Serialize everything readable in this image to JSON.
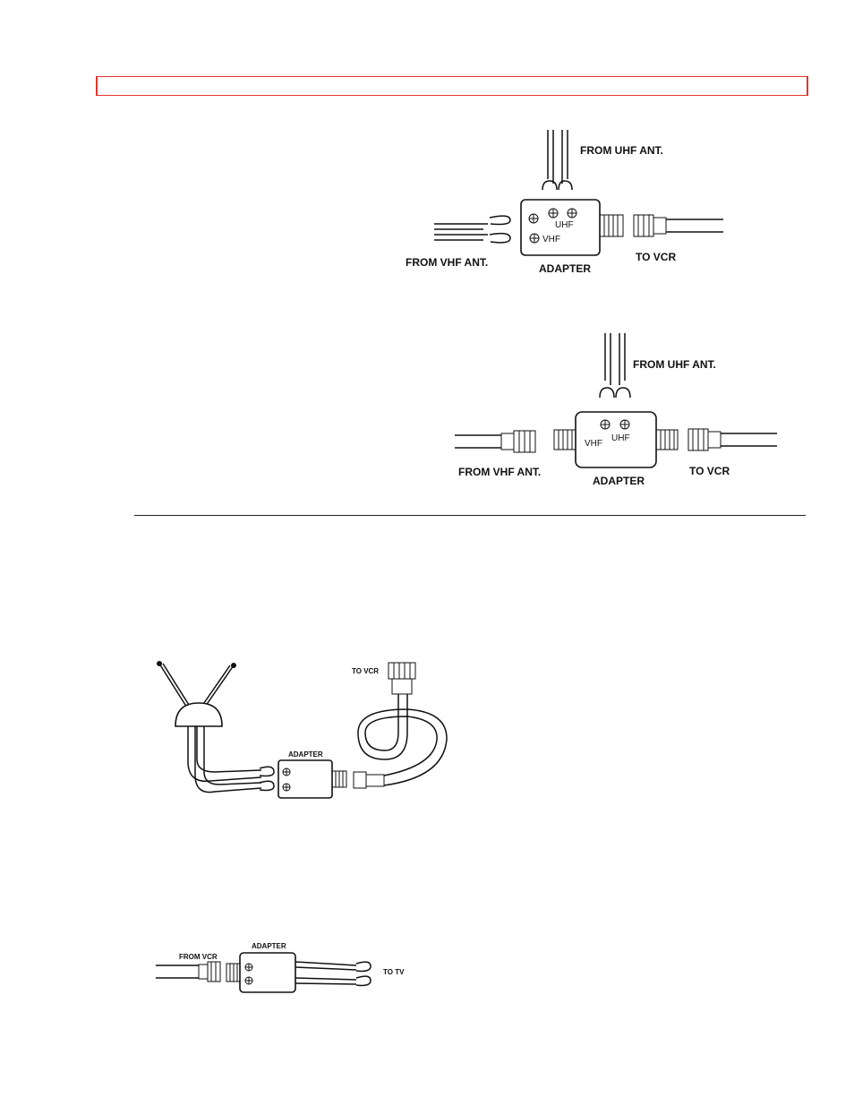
{
  "diagrams": {
    "flat_twin_lead": {
      "labels": {
        "from_uhf": "FROM UHF ANT.",
        "from_vhf": "FROM VHF ANT.",
        "adapter": "ADAPTER",
        "to_vcr": "TO VCR",
        "uhf": "UHF",
        "vhf": "VHF"
      }
    },
    "coaxial": {
      "labels": {
        "from_uhf": "FROM UHF ANT.",
        "from_vhf": "FROM VHF ANT.",
        "adapter": "ADAPTER",
        "to_vcr": "TO VCR",
        "vhf": "VHF",
        "uhf": "UHF"
      }
    },
    "rabbit_ears": {
      "labels": {
        "to_vcr": "TO VCR",
        "adapter": "ADAPTER"
      }
    },
    "vcr_to_tv": {
      "labels": {
        "from_vcr": "FROM VCR",
        "adapter": "ADAPTER",
        "to_tv": "TO TV"
      }
    }
  }
}
